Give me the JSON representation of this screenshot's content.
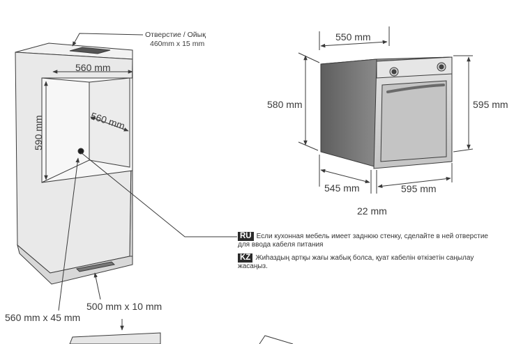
{
  "cabinet": {
    "hole_label_line1": "Отверстие / Ойық",
    "hole_label_line2": "460mm x 15 mm",
    "width": "560 mm",
    "depth": "560 mm",
    "height": "590 mm",
    "cable_hole": "560 mm x 45 mm",
    "bottom_vent": "500 mm x 10 mm"
  },
  "oven": {
    "depth_top": "550 mm",
    "height_left": "580 mm",
    "height_right": "595 mm",
    "depth_bottom": "545 mm",
    "width_front": "595 mm",
    "panel_offset": "22 mm"
  },
  "notes": {
    "ru_tag": "RU",
    "ru_text_line1": "Если кухонная мебель имеет  заднюю стенку, сделайте в ней  отверстие",
    "ru_text_line2": "для ввода кабеля питания",
    "kz_tag": "KZ",
    "kz_text_line1": "Жиһаздың артқы жағы жабық болса, қуат кабелін өткізетін саңылау",
    "kz_text_line2": "жасаңыз."
  },
  "colors": {
    "line": "#3a3a3a",
    "cabinet_face": "#e9e9e9",
    "cabinet_side": "#dcdcdc",
    "cabinet_top": "#f0f0f0",
    "oven_side": "#6f6f6f",
    "oven_front": "#d4d4d4",
    "oven_window": "#bdbdbd"
  }
}
